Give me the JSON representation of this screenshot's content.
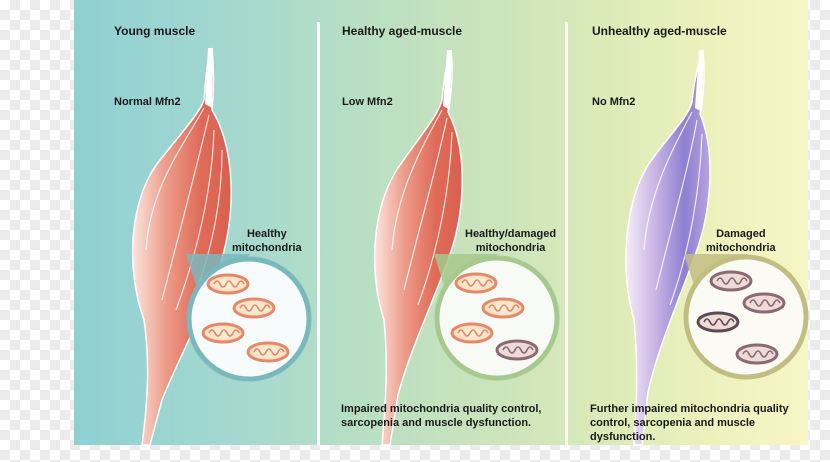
{
  "panels": [
    {
      "title": "Young muscle",
      "mfn2_level": "Normal Mfn2",
      "mito_label_line1": "Healthy",
      "mito_label_line2": "mitochondria",
      "note": ""
    },
    {
      "title": "Healthy aged-muscle",
      "mfn2_level": "Low Mfn2",
      "mito_label_line1": "Healthy/damaged",
      "mito_label_line2": "mitochondria",
      "note_line1": "Impaired mitochondria quality control,",
      "note_line2": "sarcopenia and muscle dysfunction."
    },
    {
      "title": "Unhealthy aged-muscle",
      "mfn2_level": "No Mfn2",
      "mito_label_line1": "Damaged",
      "mito_label_line2": "mitochondria",
      "note_line1": "Further impaired mitochondria quality",
      "note_line2": "control, sarcopenia and muscle",
      "note_line3": "dysfunction."
    }
  ],
  "colors": {
    "healthy_muscle": "#e06a58",
    "damaged_muscle": "#8e7fd2",
    "healthy_mito": "#e48a6a",
    "damaged_mito": "#8a6a72",
    "callout_young": "#79b8bd",
    "callout_aged": "#a6c98e",
    "callout_unhealthy": "#c2be82"
  }
}
